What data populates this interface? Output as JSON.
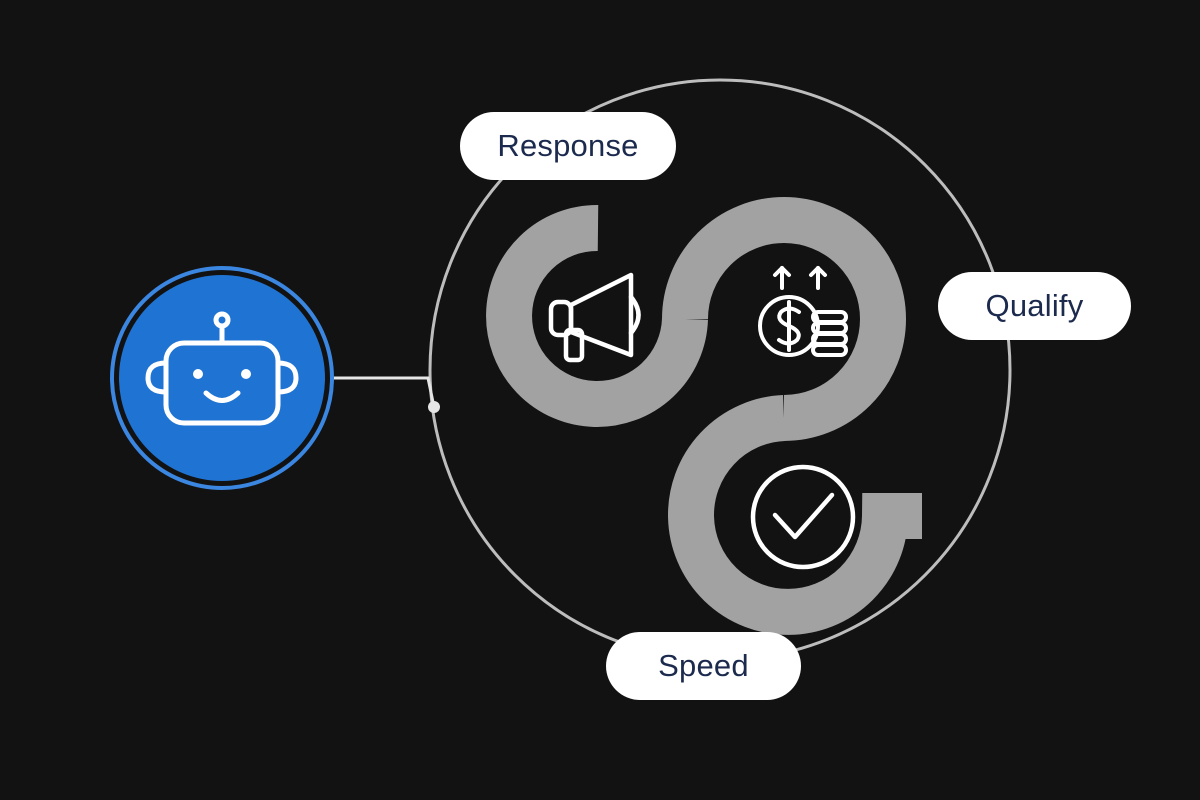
{
  "labels": {
    "response": "Response",
    "qualify": "Qualify",
    "speed": "Speed"
  },
  "icons": {
    "bot": "robot-icon",
    "top_left": "megaphone-icon",
    "top_right": "dollar-coins-icon",
    "bottom": "check-circle-icon"
  },
  "colors": {
    "background": "#121212",
    "bot_fill": "#1f73d2",
    "bot_ring": "#3a86e0",
    "track": "#a2a2a2",
    "circle_outline": "#bdbdbd",
    "icon_stroke": "#ffffff",
    "pill_bg": "#ffffff",
    "pill_text": "#1c2a4d"
  }
}
